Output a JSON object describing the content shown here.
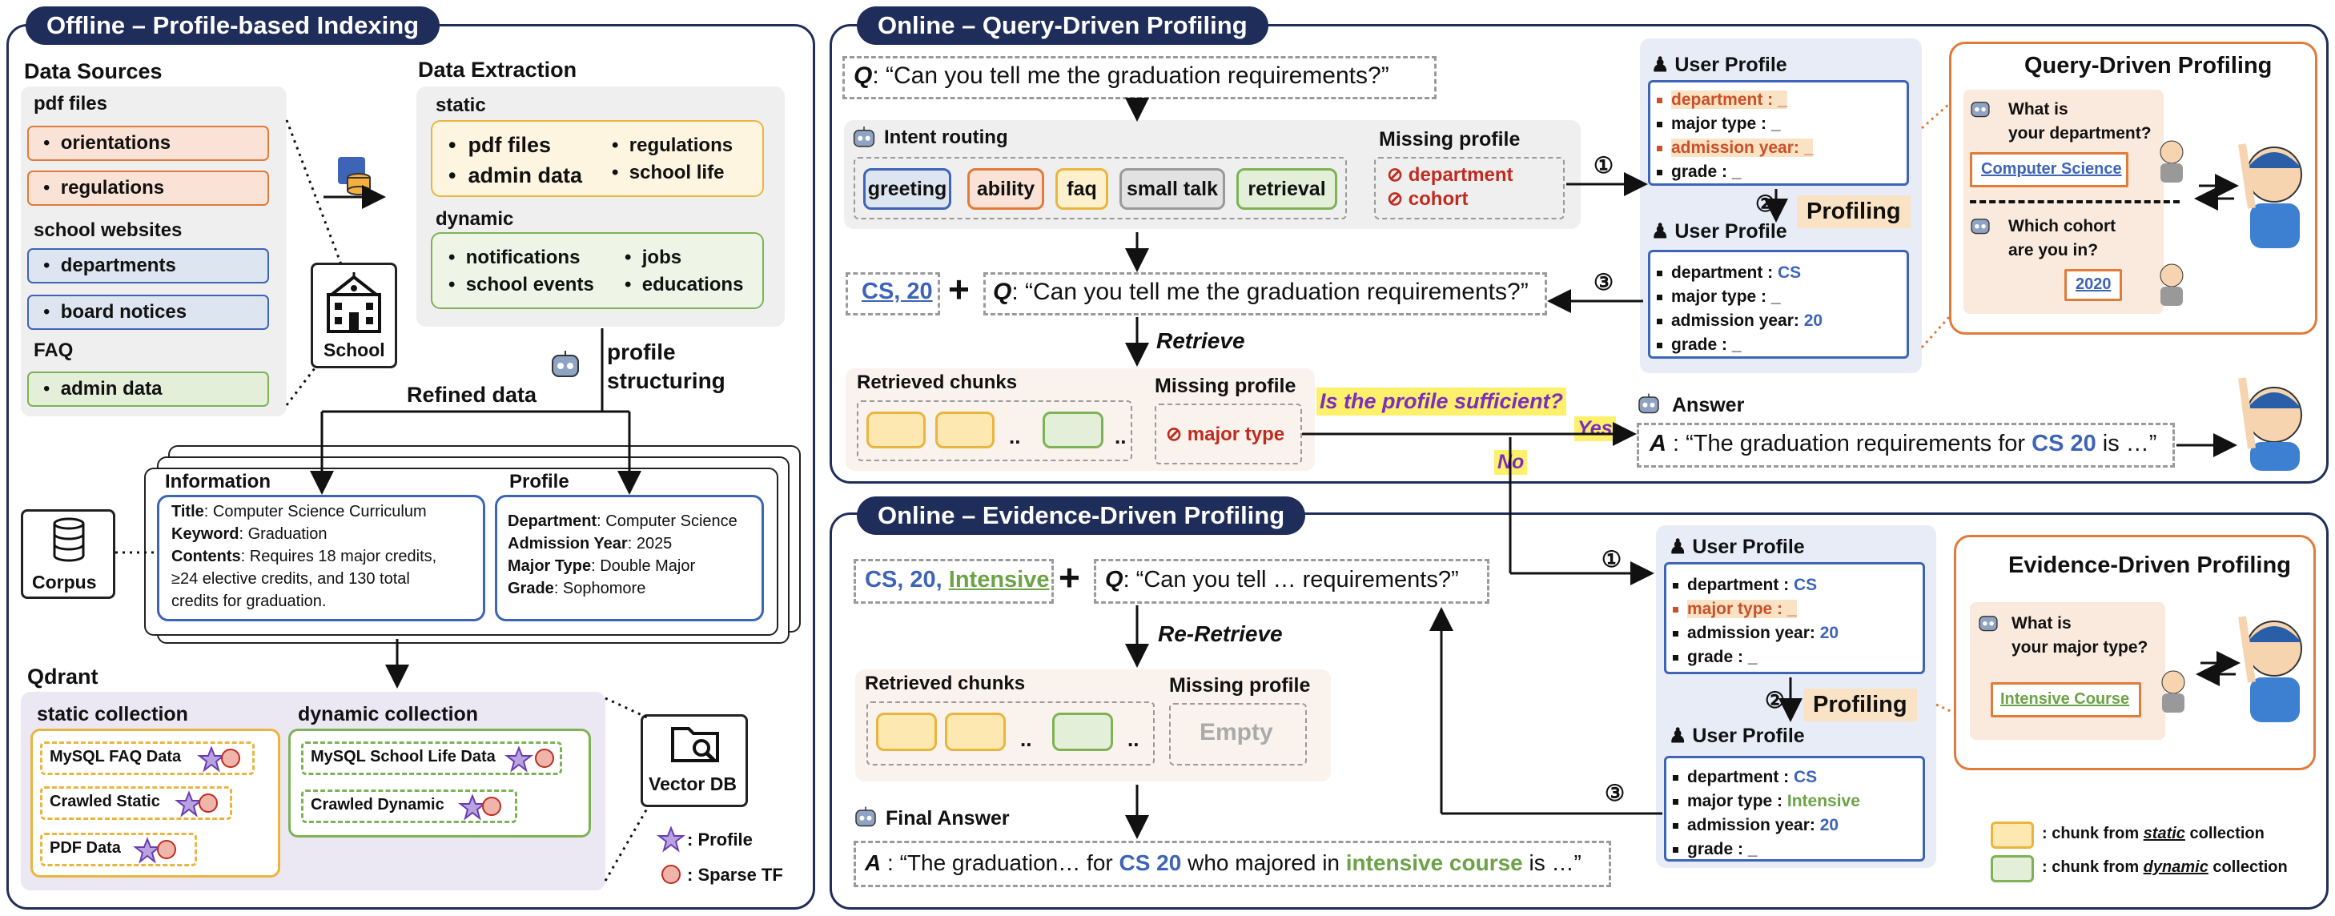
{
  "colors": {
    "navy": "#1f2d5a",
    "blue": "#3d64b7",
    "green": "#6ba346",
    "red": "#c02b1f",
    "orange": "#e07b39",
    "static_fill": "#fce8b0",
    "dynamic_fill": "#e3efd8",
    "purple": "#7b2fbe"
  },
  "offline": {
    "title": "Offline – Profile-based Indexing",
    "data_sources": {
      "title": "Data Sources",
      "groups": [
        {
          "label": "pdf files",
          "items": [
            "orientations",
            "regulations"
          ]
        },
        {
          "label": "school websites",
          "items": [
            "departments",
            "board notices"
          ]
        },
        {
          "label": "FAQ",
          "items": [
            "admin data"
          ]
        }
      ]
    },
    "school_label": "School",
    "data_extraction": {
      "title": "Data Extraction",
      "static_label": "static",
      "static_items": [
        "pdf files",
        "regulations",
        "admin data",
        "school life"
      ],
      "dynamic_label": "dynamic",
      "dynamic_items": [
        "notifications",
        "jobs",
        "school events",
        "educations"
      ]
    },
    "profile_structuring": "profile structuring",
    "refined_data": "Refined data",
    "corpus_label": "Corpus",
    "information": {
      "title": "Information",
      "lines": [
        {
          "k": "Title",
          "v": ": Computer Science Curriculum"
        },
        {
          "k": "Keyword",
          "v": ": Graduation"
        },
        {
          "k": "Contents",
          "v": ": Requires 18 major credits,"
        }
      ],
      "extra": [
        "≥24 elective credits, and 130 total",
        "credits for graduation."
      ]
    },
    "profile": {
      "title": "Profile",
      "lines": [
        {
          "k": "Department",
          "v": ": Computer Science"
        },
        {
          "k": "Admission Year",
          "v": ": 2025"
        },
        {
          "k": "Major Type",
          "v": ": Double Major"
        },
        {
          "k": "Grade",
          "v": ": Sophomore"
        }
      ]
    },
    "qdrant": {
      "title": "Qdrant",
      "static_title": "static collection",
      "dynamic_title": "dynamic collection",
      "static_items": [
        "MySQL FAQ Data",
        "Crawled Static",
        "PDF Data"
      ],
      "dynamic_items": [
        "MySQL School Life Data",
        "Crawled Dynamic"
      ]
    },
    "vector_db": "Vector DB",
    "legend": [
      {
        "icon": "star",
        "label": ": Profile"
      },
      {
        "icon": "circle",
        "label": ": Sparse TF"
      }
    ]
  },
  "query": {
    "title": "Online – Query-Driven Profiling",
    "q_prefix": "Q",
    "q_text": ": “Can you tell me the graduation requirements?”",
    "intent_title": "Intent routing",
    "intents": [
      "greeting",
      "ability",
      "faq",
      "small talk",
      "retrieval"
    ],
    "missing_title": "Missing profile",
    "missing_items": [
      "department",
      "cohort"
    ],
    "prefix": "CS, 20",
    "plus": "+",
    "retrieve": "Retrieve",
    "retrieved_title": "Retrieved chunks",
    "dots": "..",
    "missing_title2": "Missing profile",
    "missing_major": "major type",
    "sufficient": "Is the profile sufficient?",
    "yes": "Yes",
    "no": "No",
    "answer_title": "Answer",
    "a_prefix": "A",
    "a_pre": " : “The graduation requirements for ",
    "a_cs": "CS 20",
    "a_post": " is …”",
    "user_profile_title": "User Profile",
    "profile_before": [
      {
        "k": "department : ",
        "v": "_",
        "missing": true
      },
      {
        "k": "major type : ",
        "v": "_",
        "missing": false
      },
      {
        "k": "admission year: ",
        "v": "_",
        "missing": true
      },
      {
        "k": "grade : ",
        "v": "_",
        "missing": false
      }
    ],
    "profiling": "Profiling",
    "profile_after": [
      {
        "k": "department : ",
        "v": "CS"
      },
      {
        "k": "major type : ",
        "v": "_"
      },
      {
        "k": "admission year: ",
        "v": "20"
      },
      {
        "k": "grade : ",
        "v": "_"
      }
    ],
    "steps": [
      "①",
      "②",
      "③"
    ],
    "qd_title": "Query-Driven Profiling",
    "qd_q1": [
      "What is",
      "your department?"
    ],
    "qd_a1": "Computer Science",
    "qd_q2": [
      "Which cohort",
      "are you in?"
    ],
    "qd_a2": "2020"
  },
  "evidence": {
    "title": "Online – Evidence-Driven Profiling",
    "prefix_cs": "CS, 20,",
    "prefix_int": "Intensive",
    "plus": "+",
    "q_prefix": "Q",
    "q_text": ": “Can you tell … requirements?”",
    "re_retrieve": "Re-Retrieve",
    "retrieved_title": "Retrieved chunks",
    "dots": "..",
    "missing_title": "Missing profile",
    "empty": "Empty",
    "final_title": "Final Answer",
    "a_prefix": "A",
    "a_pre": " : “The graduation… for ",
    "a_cs": "CS 20",
    "a_mid": " who majored in ",
    "a_int": "intensive course",
    "a_post": " is …”",
    "user_profile_title": "User Profile",
    "profile_before": [
      {
        "k": "department : ",
        "v": "CS",
        "missing": false
      },
      {
        "k": "major type : ",
        "v": "_",
        "missing": true
      },
      {
        "k": "admission year: ",
        "v": "20",
        "missing": false
      },
      {
        "k": "grade : ",
        "v": "_",
        "missing": false
      }
    ],
    "profiling": "Profiling",
    "profile_after": [
      {
        "k": "department : ",
        "v": "CS"
      },
      {
        "k": "major type : ",
        "v": "Intensive"
      },
      {
        "k": "admission year: ",
        "v": "20"
      },
      {
        "k": "grade : ",
        "v": "_"
      }
    ],
    "steps": [
      "①",
      "②",
      "③"
    ],
    "ed_title": "Evidence-Driven Profiling",
    "ed_q": [
      "What is",
      "your major type?"
    ],
    "ed_a": "Intensive Course",
    "legend_static": [
      ": chunk from ",
      "static",
      " collection"
    ],
    "legend_dynamic": [
      ": chunk from ",
      "dynamic",
      " collection"
    ]
  }
}
